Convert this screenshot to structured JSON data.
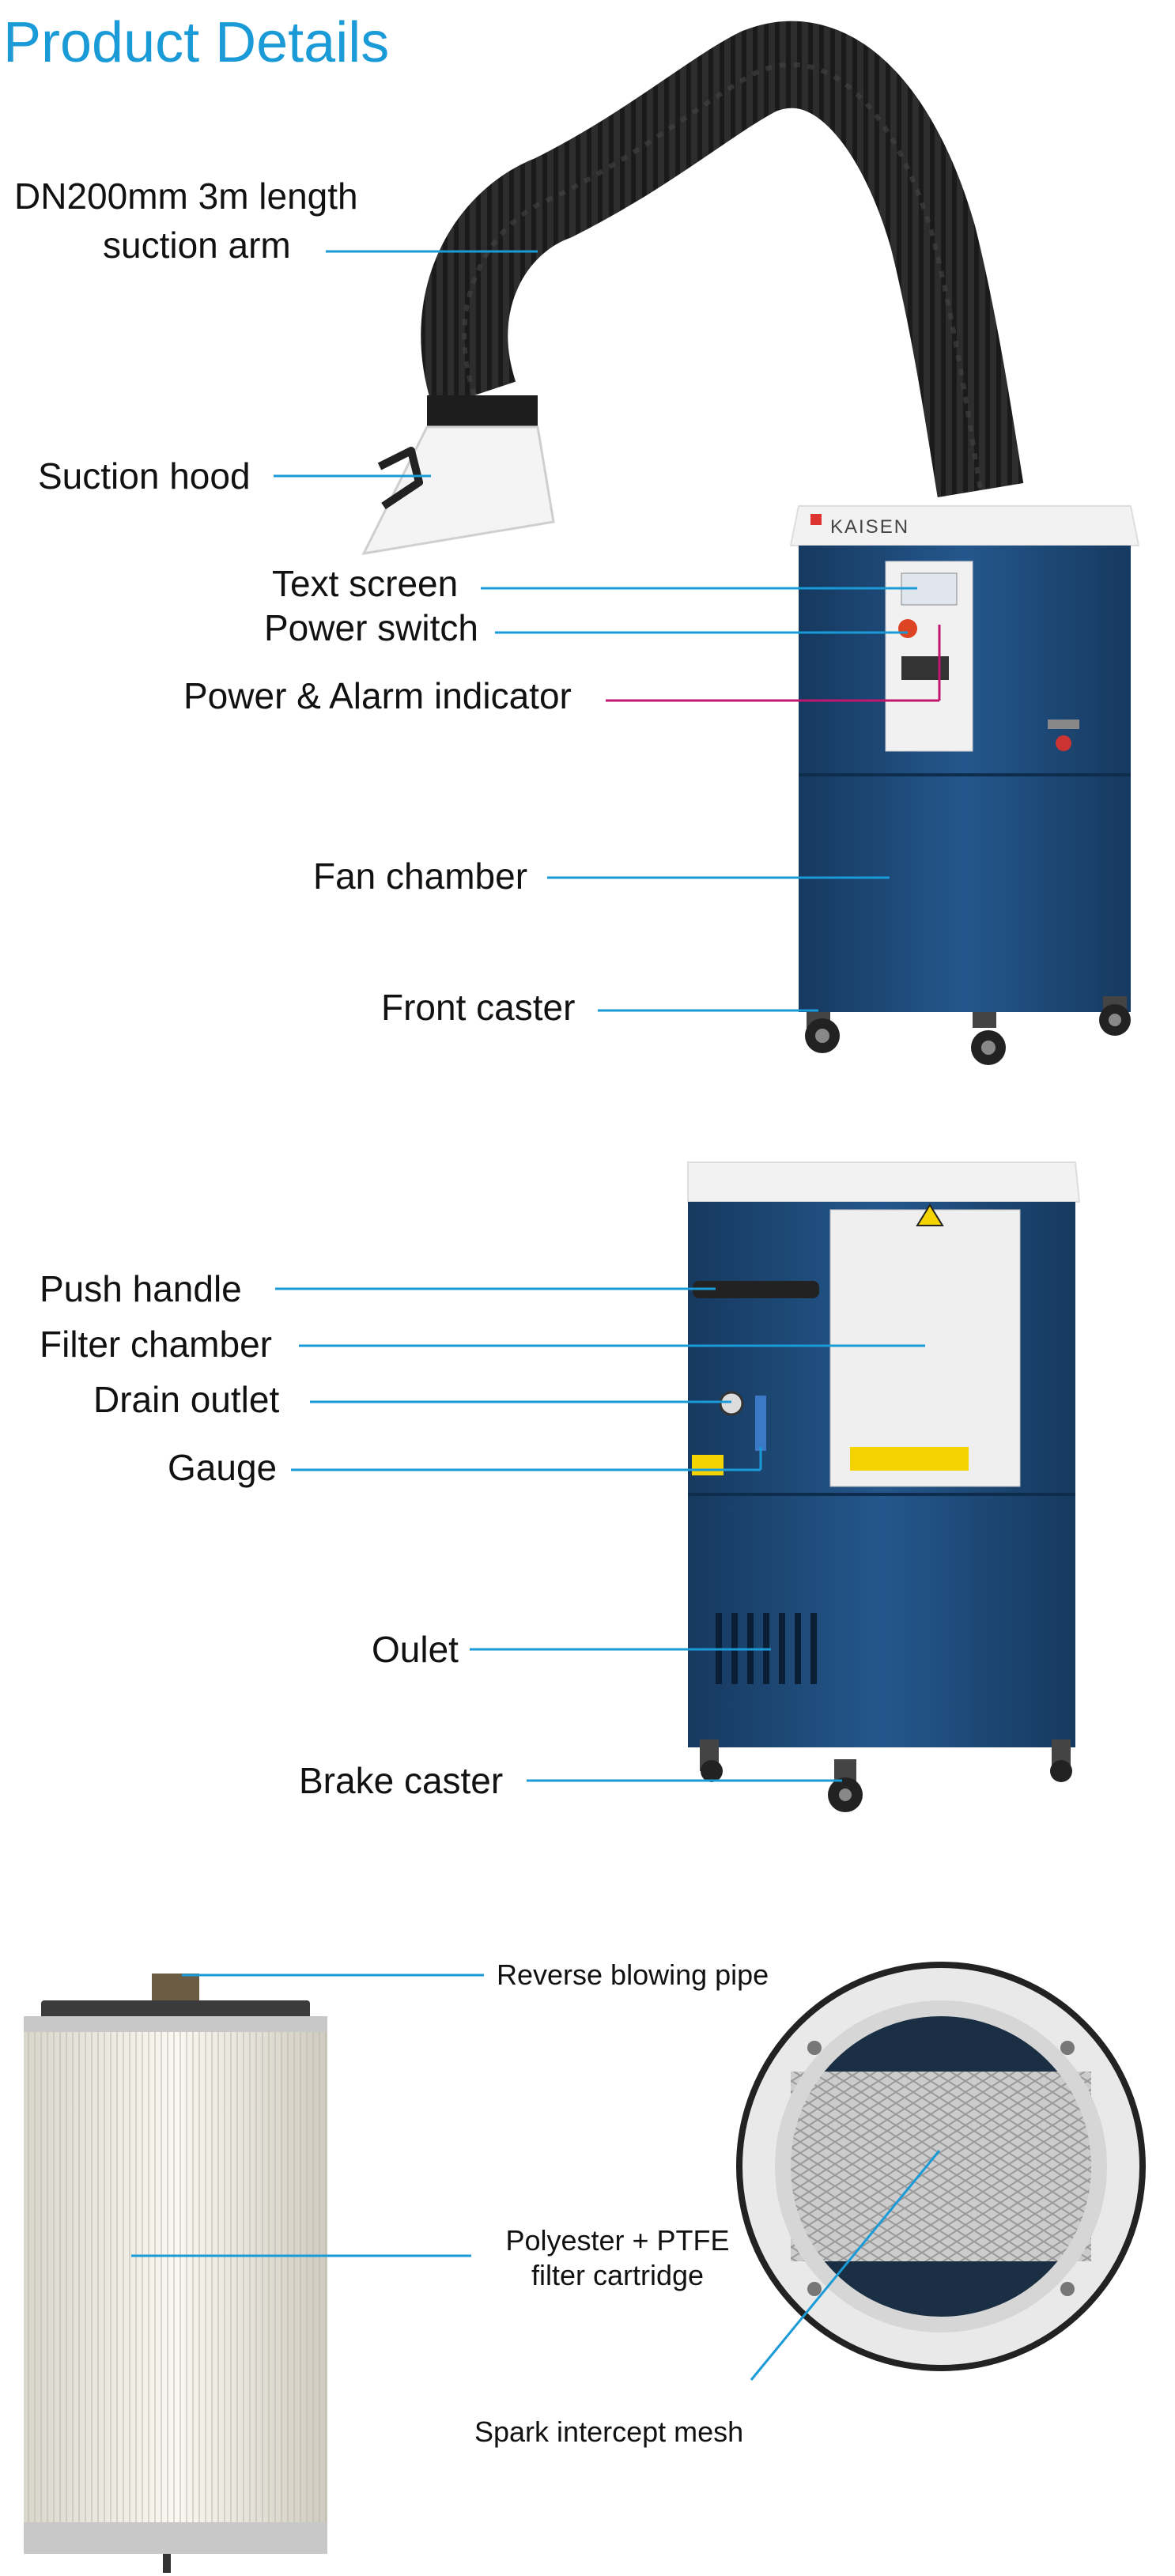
{
  "header": {
    "title": "Product Details"
  },
  "section1": {
    "labels": {
      "suction_arm_line1": "DN200mm 3m length",
      "suction_arm_line2": "suction arm",
      "suction_hood": "Suction hood",
      "text_screen": "Text screen",
      "power_switch": "Power switch",
      "power_alarm": "Power & Alarm indicator",
      "fan_chamber": "Fan chamber",
      "front_caster": "Front caster"
    },
    "brand": "KAISEN"
  },
  "section2": {
    "labels": {
      "push_handle": "Push handle",
      "filter_chamber": "Filter chamber",
      "drain_outlet": "Drain outlet",
      "gauge": "Gauge",
      "outlet": "Oulet",
      "brake_caster": "Brake caster"
    }
  },
  "section3": {
    "labels": {
      "reverse_pipe": "Reverse blowing pipe",
      "cartridge_line1": "Polyester + PTFE",
      "cartridge_line2": "filter cartridge",
      "spark_mesh": "Spark intercept mesh"
    }
  },
  "colors": {
    "accent": "#1a9ad6",
    "magenta": "#c4166f",
    "cabinet": "#1e4a7a",
    "hose": "#2a2a2a"
  }
}
